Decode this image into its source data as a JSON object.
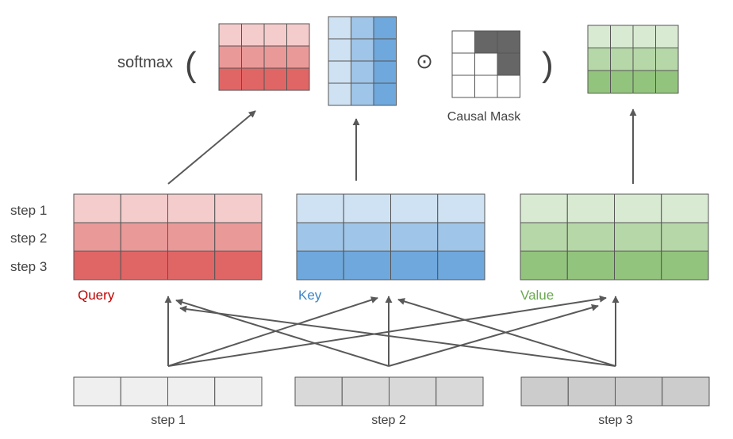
{
  "formula": {
    "softmax": "softmax",
    "open_paren": "(",
    "close_paren": ")",
    "hadamard_symbol": "⊙",
    "mask_label": "Causal Mask"
  },
  "left_labels": [
    "step 1",
    "step 2",
    "step 3"
  ],
  "matrices": {
    "query": {
      "label": "Query",
      "label_color": "#c00000",
      "row_colors": [
        "#f4cccc",
        "#ea9999",
        "#e06666"
      ]
    },
    "key": {
      "label": "Key",
      "label_color": "#3d85c6",
      "row_colors": [
        "#cfe2f3",
        "#9fc5e8",
        "#6fa8dc"
      ]
    },
    "value": {
      "label": "Value",
      "label_color": "#6aa84f",
      "row_colors": [
        "#d9ead3",
        "#b6d7a8",
        "#93c47d"
      ]
    }
  },
  "inputs": [
    {
      "label": "step 1",
      "color": "#efefef"
    },
    {
      "label": "step 2",
      "color": "#d9d9d9"
    },
    {
      "label": "step 3",
      "color": "#cccccc"
    }
  ],
  "mask": {
    "rows": [
      [
        0,
        1,
        1
      ],
      [
        0,
        0,
        1
      ],
      [
        0,
        0,
        0
      ]
    ],
    "dark_color": "#666666"
  },
  "colors": {
    "arrow": "#595959",
    "grid_line": "#555555",
    "text": "#434343"
  }
}
